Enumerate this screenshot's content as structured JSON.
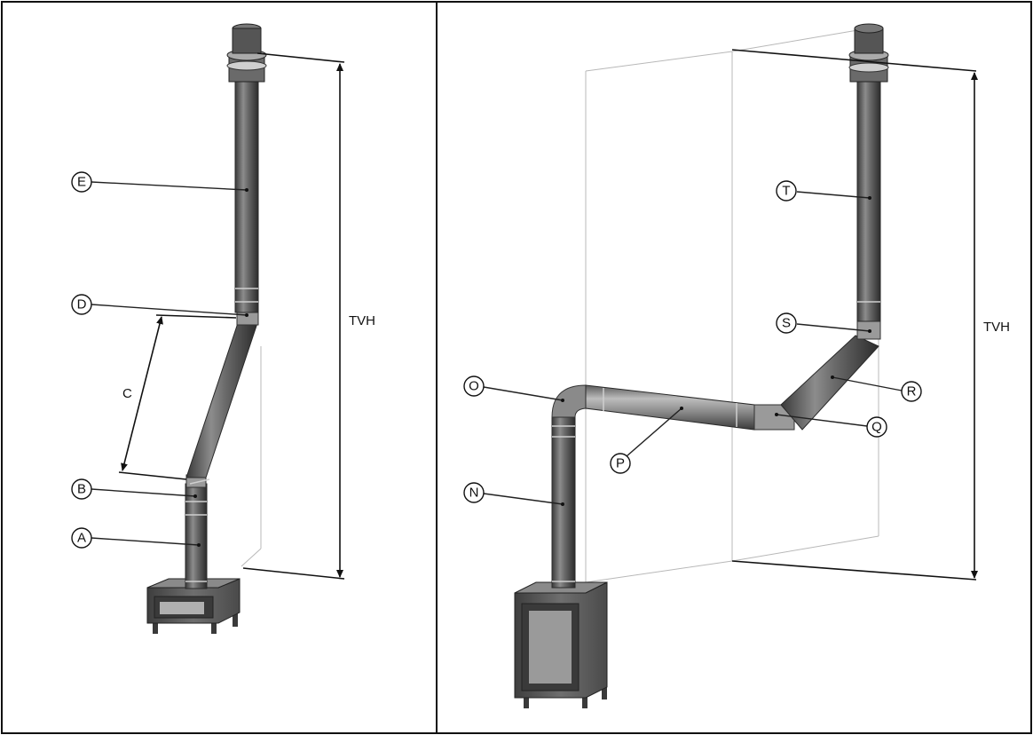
{
  "left_panel": {
    "callouts": [
      "E",
      "D",
      "C",
      "B",
      "A"
    ],
    "dimension_label": "TVH"
  },
  "right_panel": {
    "callouts": [
      "T",
      "S",
      "R",
      "Q",
      "P",
      "O",
      "N"
    ],
    "dimension_label": "TVH"
  },
  "colors": {
    "pipe_dark": "#4a4a4a",
    "pipe_light": "#9a9a9a",
    "stove_body": "#5a5a5a",
    "wall_line": "#b8b8b8",
    "frame": "#111111"
  }
}
